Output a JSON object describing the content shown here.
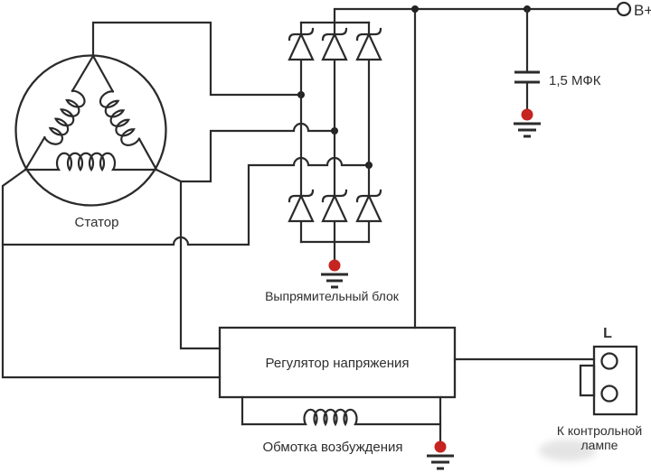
{
  "diagram": {
    "labels": {
      "stator": "Статор",
      "rectifier_block": "Выпрямительный блок",
      "voltage_regulator": "Регулятор напряжения",
      "field_winding": "Обмотка возбуждения",
      "capacitor_value": "1,5 МФК",
      "battery_terminal": "В+",
      "connector_pin": "L",
      "control_lamp_line1": "К контрольной",
      "control_lamp_line2": "лампе"
    },
    "colors": {
      "wire": "#2b2b2b",
      "stator_fill": "#f7f3c3",
      "regulator_fill": "#fcdcb5",
      "connector_fill": "#f4b7a3",
      "ground_dot": "#c52420",
      "lamp_text": "#8c1f1f"
    }
  }
}
